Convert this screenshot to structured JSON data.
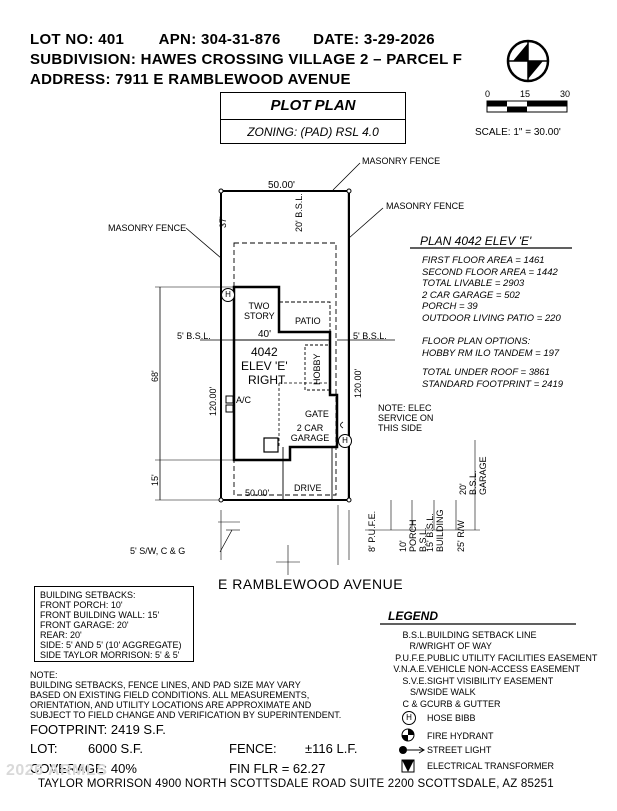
{
  "header": {
    "lot": "LOT NO: 401",
    "apn": "APN: 304-31-876",
    "date": "DATE: 3-29-2026",
    "subdivision": "SUBDIVISION: HAWES CROSSING VILLAGE 2 – PARCEL F",
    "address": "ADDRESS: 7911 E RAMBLEWOOD AVENUE"
  },
  "title_box": {
    "title": "PLOT PLAN",
    "zoning": "ZONING: (PAD) RSL 4.0"
  },
  "scale": {
    "ticks": [
      "0",
      "15",
      "30"
    ],
    "label": "SCALE: 1\" = 30.00'"
  },
  "plan": {
    "title": "PLAN 4042 ELEV 'E'",
    "areas": [
      "FIRST FLOOR AREA = 1461",
      "SECOND FLOOR AREA = 1442",
      "TOTAL LIVABLE = 2903",
      "2 CAR GARAGE = 502",
      "PORCH = 39",
      "OUTDOOR LIVING PATIO = 220"
    ],
    "options": [
      "FLOOR PLAN OPTIONS:",
      "HOBBY RM ILO TANDEM = 197"
    ],
    "totals": [
      "TOTAL UNDER ROOF = 3861",
      "STANDARD FOOTPRINT = 2419"
    ]
  },
  "site": {
    "masonry_fence": "MASONRY FENCE",
    "lot_width": "50.00'",
    "rear_setback": "37'",
    "rear_bsl": "20' B.S.L.",
    "two_story": "TWO STORY",
    "patio": "PATIO",
    "side_bsl": "5' B.S.L.",
    "house_width": "40'",
    "house_plan": "4042",
    "house_elev": "ELEV 'E'",
    "house_right": "RIGHT",
    "hobby": "HOBBY",
    "ac": "A/C",
    "gate": "GATE",
    "garage": "2 CAR GARAGE",
    "drive": "DRIVE",
    "lot_depth": "120.00'",
    "house_depth": "68'",
    "front_setback": "15'",
    "hose_bibb": "H",
    "elec_note": "NOTE: ELEC SERVICE ON THIS SIDE",
    "sidewalk": "5' S/W, C & G",
    "pufe": "8' P.U.F.E.",
    "porch_bsl": "10' PORCH B.S.L.",
    "building_bsl": "15' B.S.L. BUILDING",
    "rw": "25' R/W",
    "garage_bsl": "20' B.S.L. GARAGE",
    "street": "E RAMBLEWOOD AVENUE"
  },
  "setbacks": {
    "title": "BUILDING SETBACKS:",
    "items": [
      "FRONT PORCH: 10'",
      "FRONT BUILDING WALL: 15'",
      "FRONT GARAGE: 20'",
      "REAR: 20'",
      "SIDE: 5' AND 5' (10' AGGREGATE)",
      "SIDE TAYLOR MORRISON: 5' & 5'"
    ]
  },
  "note": {
    "label": "NOTE:",
    "lines": [
      "BUILDING SETBACKS, FENCE LINES, AND PAD SIZE MAY VARY",
      "BASED ON EXISTING FIELD CONDITIONS.  ALL MEASUREMENTS,",
      "ORIENTATION, AND UTILITY LOCATIONS ARE APPROXIMATE AND",
      "SUBJECT TO FIELD CHANGE AND VERIFICATION BY SUPERINTENDENT."
    ]
  },
  "stats": {
    "footprint": "FOOTPRINT: 2419 S.F.",
    "lot_label": "LOT:",
    "lot_value": "6000 S.F.",
    "fence_label": "FENCE:",
    "fence_value": "±116 L.F.",
    "coverage": "COVERAGE:   40%",
    "fin_flr": "FIN FLR =    62.27"
  },
  "legend": {
    "title": "LEGEND",
    "rows": [
      {
        "key": "B.S.L.",
        "value": "BUILDING SETBACK LINE"
      },
      {
        "key": "R/W",
        "value": "RIGHT OF WAY"
      },
      {
        "key": "P.U.F.E.",
        "value": "PUBLIC UTILITY FACILITIES EASEMENT"
      },
      {
        "key": "V.N.A.E.",
        "value": "VEHICLE NON-ACCESS EASEMENT"
      },
      {
        "key": "S.V.E.",
        "value": "SIGHT VISIBILITY EASEMENT"
      },
      {
        "key": "S/W",
        "value": "SIDE WALK"
      },
      {
        "key": "C & G",
        "value": "CURB & GUTTER"
      }
    ],
    "symbols": [
      {
        "icon": "hose-bibb-icon",
        "value": "HOSE BIBB"
      },
      {
        "icon": "fire-hydrant-icon",
        "value": "FIRE HYDRANT"
      },
      {
        "icon": "street-light-icon",
        "value": "STREET LIGHT"
      },
      {
        "icon": "electrical-transformer-icon",
        "value": "ELECTRICAL TRANSFORMER"
      }
    ]
  },
  "footer": {
    "watermark": "2026 ARMLS",
    "company": "TAYLOR MORRISON 4900 NORTH SCOTTSDALE ROAD SUITE 2200 SCOTTSDALE, AZ  85251"
  }
}
